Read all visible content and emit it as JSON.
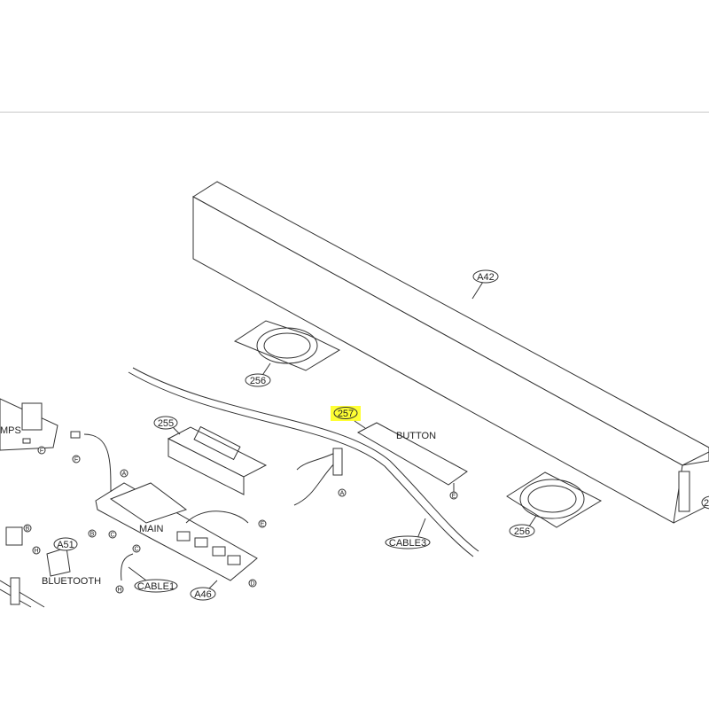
{
  "parts": {
    "a42": "A42",
    "speaker_left": "256",
    "speaker_right": "256",
    "button_pcb": "257",
    "button_name": "BUTTON",
    "part_255": "255",
    "smps_name": "MPS",
    "main_name": "MAIN",
    "a51": "A51",
    "bluetooth_name": "BLUETOOTH",
    "cable1": "CABLE1",
    "a46": "A46",
    "cable3": "CABLE3",
    "right_edge_partial": "2"
  },
  "connectors": {
    "A_main": "A",
    "A_cable": "A",
    "B_main": "B",
    "B_left": "B",
    "C_main": "C",
    "C_cable": "C",
    "D": "D",
    "E_main": "E",
    "E_button": "E",
    "F_smps": "F",
    "F_cable": "F",
    "H_bt": "H",
    "H_cable": "H"
  },
  "highlight_color": "#ffff33"
}
